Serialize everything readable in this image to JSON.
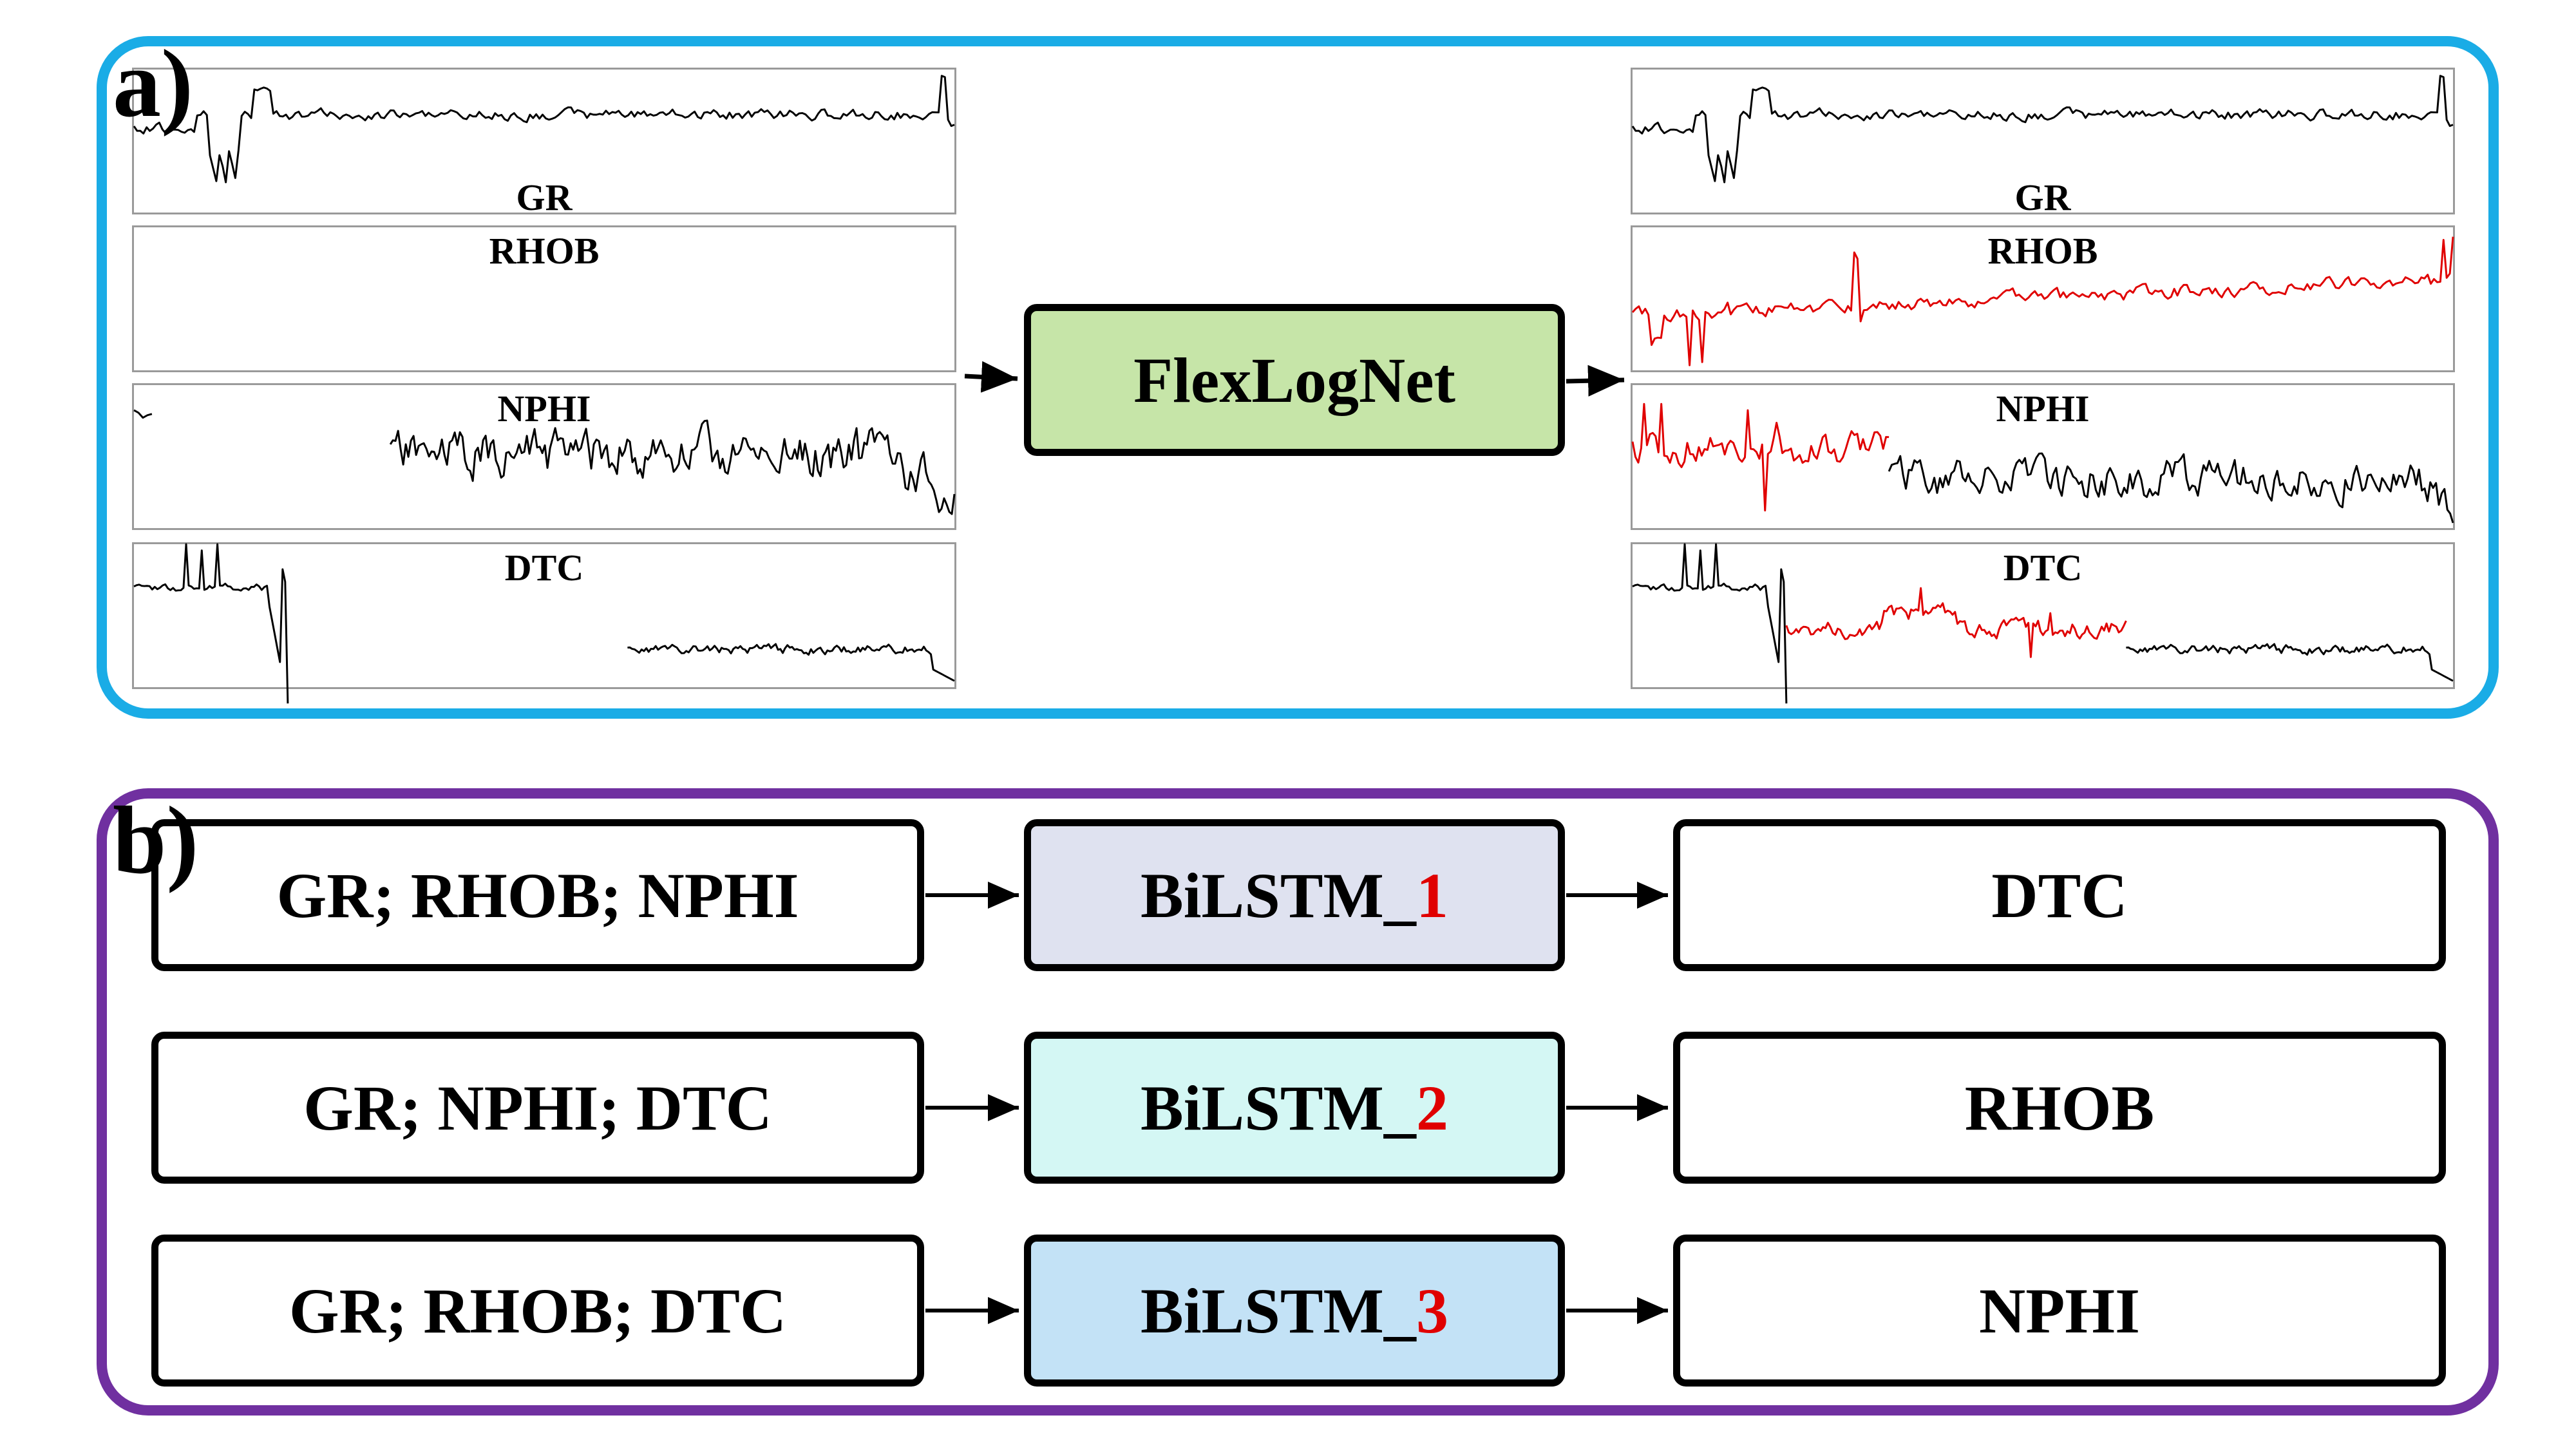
{
  "panel_a": {
    "tag": "a)",
    "input_logs": [
      {
        "label": "GR",
        "color": "#000000"
      },
      {
        "label": "RHOB",
        "color": "#000000"
      },
      {
        "label": "NPHI",
        "color": "#000000"
      },
      {
        "label": "DTC",
        "color": "#000000"
      }
    ],
    "model_label": "FlexLogNet",
    "output_logs": [
      {
        "label": "GR",
        "color": "#000000"
      },
      {
        "label": "RHOB",
        "color": "#e00000"
      },
      {
        "label": "NPHI",
        "color": "#e00000"
      },
      {
        "label": "DTC",
        "color": "#e00000"
      }
    ]
  },
  "panel_b": {
    "tag": "b)",
    "rows": [
      {
        "inputs": "GR; RHOB; NPHI",
        "model_prefix": "BiLSTM_",
        "model_index": "1",
        "model_color": "#dfe2f0",
        "output": "DTC"
      },
      {
        "inputs": "GR; NPHI; DTC",
        "model_prefix": "BiLSTM_",
        "model_index": "2",
        "model_color": "#d4f7f4",
        "output": "RHOB"
      },
      {
        "inputs": "GR; RHOB; DTC",
        "model_prefix": "BiLSTM_",
        "model_index": "3",
        "model_color": "#c3e2f6",
        "output": "NPHI"
      }
    ]
  },
  "colors": {
    "panel_a_border": "#1aace6",
    "panel_b_border": "#7030a0",
    "model_box": "#c6e5a8",
    "predicted": "#e00000",
    "measured": "#000000"
  }
}
